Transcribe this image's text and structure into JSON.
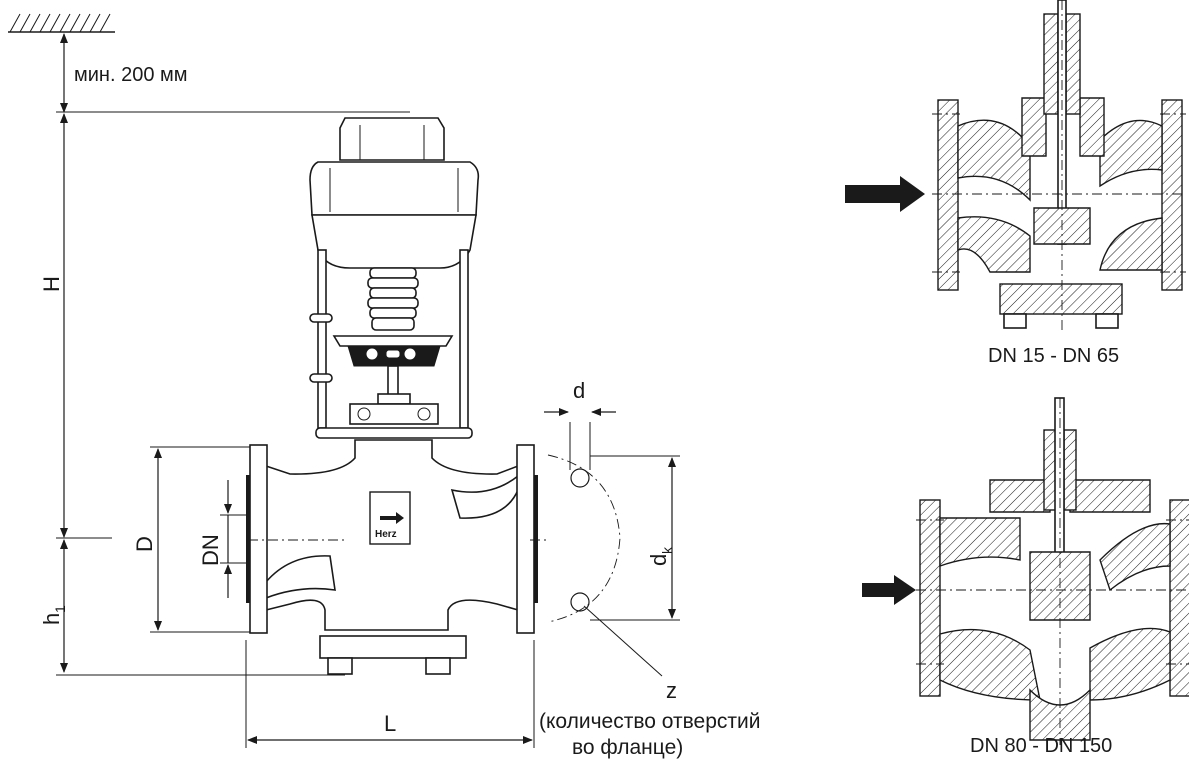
{
  "labels": {
    "min_clearance": "мин. 200 мм",
    "H": "H",
    "h1_main": "h",
    "h1_sub": "1",
    "D": "D",
    "DN": "DN",
    "L": "L",
    "d": "d",
    "dk_main": "d",
    "dk_sub": "k",
    "z": "z",
    "holes_line1": "(количество отверстий",
    "holes_line2": "во фланце)",
    "section_small": "DN 15 - DN 65",
    "section_large": "DN 80 - DN 150",
    "brand": "Herz"
  }
}
